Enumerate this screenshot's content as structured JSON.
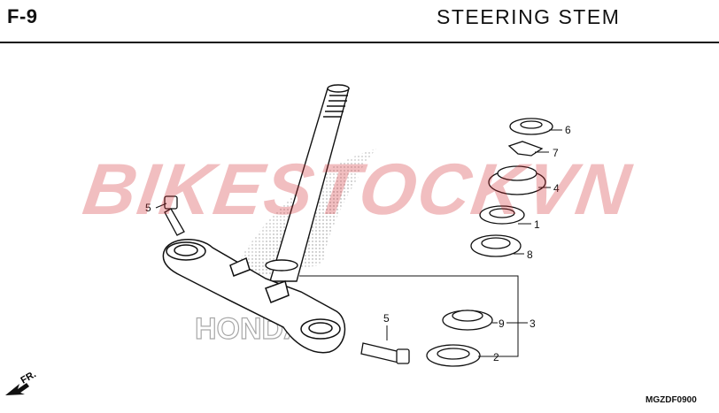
{
  "header": {
    "figure_code": "F-9",
    "title": "STEERING  STEM"
  },
  "watermark": {
    "text": "BIKESTOCKVN",
    "logo_text": "HONDA"
  },
  "callouts": {
    "c1": "1",
    "c2": "2",
    "c3": "3",
    "c4": "4",
    "c5a": "5",
    "c5b": "5",
    "c6": "6",
    "c7": "7",
    "c8": "8",
    "c9": "9"
  },
  "direction_label": "FR.",
  "diagram_code": "MGZDF0900",
  "colors": {
    "ink": "#111111",
    "watermark": "#d2282d"
  }
}
